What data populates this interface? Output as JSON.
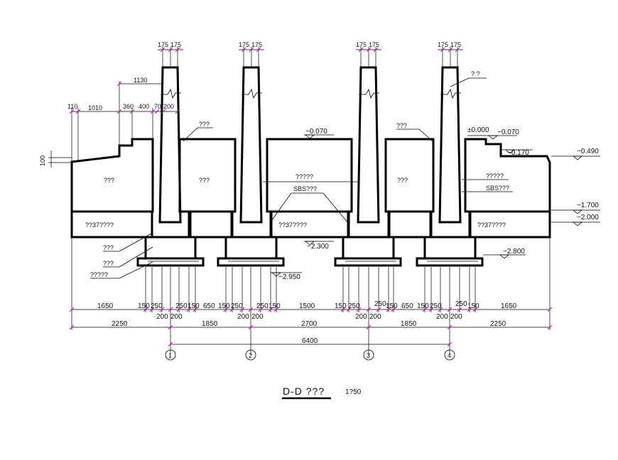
{
  "title": {
    "label": "D-D ???",
    "scale": "1?50"
  },
  "colors": {
    "line": "#000000",
    "dim_tick": "#d000d0",
    "background": "#ffffff"
  },
  "column_widths": [
    {
      "left": "175",
      "right": "175"
    },
    {
      "left": "175",
      "right": "175"
    },
    {
      "left": "175",
      "right": "175"
    },
    {
      "left": "175",
      "right": "175"
    }
  ],
  "top_dims": {
    "d1130": "1130",
    "d110": "110",
    "d1010": "1010",
    "d360": "360",
    "d400": "400",
    "d70": "70",
    "d200": "200",
    "d100": "100"
  },
  "elevations": {
    "e_m0070_mid": "−0.070",
    "e_pm0000": "±0.000",
    "e_m0070_right": "−0.070",
    "e_m0170": "−0.170",
    "e_m0490": "−0.490",
    "e_m1700": "−1.700",
    "e_m2000": "−2.000",
    "e_m2300": "−2.300",
    "e_m2800": "−2.800",
    "e_m2950": "−2.950"
  },
  "labels": {
    "l_top_right": "? ?",
    "l_col1": "???",
    "l_col3": "???",
    "l_slab1": "???",
    "l_slab2": "???",
    "l_slab3": "???",
    "l_q5_mid": "?????",
    "l_sbs_mid": "SBS???",
    "l_q5_right": "?????",
    "l_sbs_right": "SBS???",
    "l_base1": "??37????",
    "l_base2": "??37????",
    "l_base3": "??37????",
    "l_fl1": "???",
    "l_fl2": "???",
    "l_fl3": "?????"
  },
  "row1": [
    "1650",
    "150",
    "250",
    "250",
    "150",
    "650",
    "150",
    "250",
    "250",
    "150",
    "1500",
    "150",
    "250",
    "250",
    "150",
    "650",
    "150",
    "250",
    "250",
    "150",
    "1650"
  ],
  "row1b": [
    "200",
    "200",
    "200",
    "200",
    "200",
    "200",
    "200",
    "200"
  ],
  "row2": [
    "2250",
    "1850",
    "2700",
    "1850",
    "2250"
  ],
  "row3": [
    "6400"
  ],
  "axes": [
    "1",
    "2",
    "3",
    "4"
  ]
}
